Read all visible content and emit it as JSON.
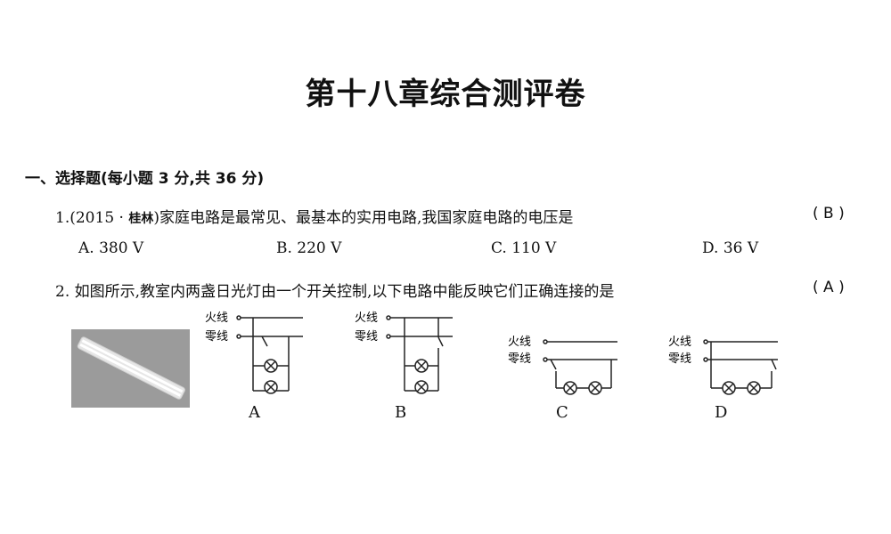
{
  "title": "第十八章综合测评卷",
  "section": "一、选择题(每小题 3 分,共 36 分)",
  "q1": {
    "number": "1.",
    "source_open": "(2015 ·",
    "source_city": "桂林",
    "source_close": ")",
    "text": "家庭电路是最常见、最基本的实用电路,我国家庭电路的电压是",
    "answer": "( B )",
    "options": [
      "A. 380 V",
      "B. 220 V",
      "C. 110 V",
      "D. 36 V"
    ]
  },
  "q2": {
    "text": "2. 如图所示,教室内两盏日光灯由一个开关控制,以下电路中能反映它们正确连接的是",
    "answer": "( A )",
    "diagram_labels": {
      "live": "火线",
      "neutral": "零线"
    },
    "options": [
      "A",
      "B",
      "C",
      "D"
    ]
  }
}
